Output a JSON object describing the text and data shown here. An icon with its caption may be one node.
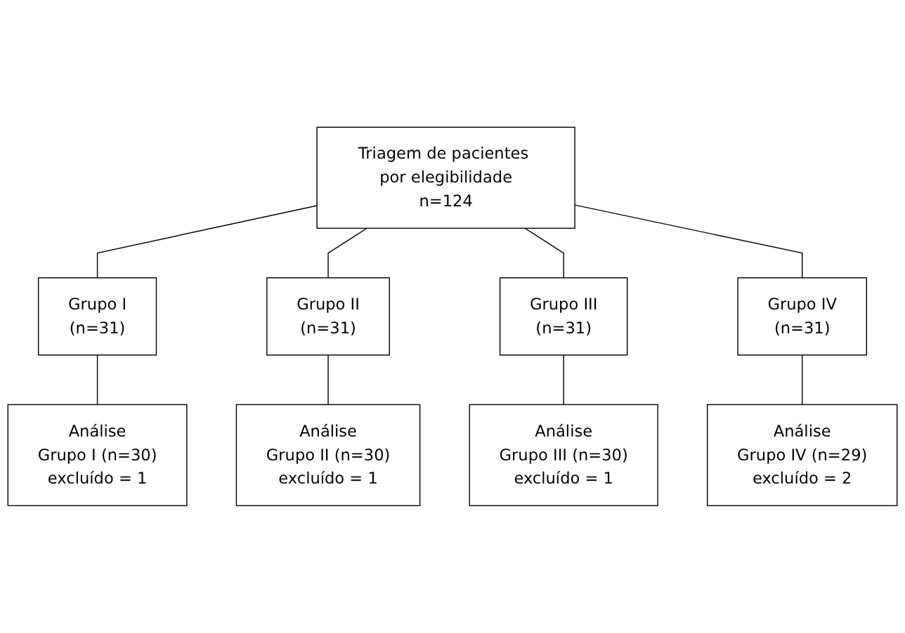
{
  "diagram": {
    "nodes": [
      {
        "text": [
          "Triagem de pacientes por elegibilidade",
          "n=124"
        ]
      },
      {
        "text": [
          "Grupo I",
          "(n=31)"
        ]
      },
      {
        "text": [
          "Grupo II",
          "(n=31)"
        ]
      },
      {
        "text": [
          "Grupo III",
          "(n=31)"
        ]
      },
      {
        "text": [
          "Grupo IV",
          "(n=31)"
        ]
      },
      {
        "text": [
          "Análise",
          "Grupo I (n=30)",
          "excluído = 1"
        ]
      },
      {
        "text": [
          "Análise",
          "Grupo II (n=30)",
          "excluído = 1"
        ]
      },
      {
        "text": [
          "Análise",
          "Grupo III (n=30)",
          "excluído = 1"
        ]
      },
      {
        "text": [
          "Análise",
          "Grupo IV (n=29)",
          "excluído = 2"
        ]
      }
    ],
    "edges": [
      {
        "from": 0,
        "to": 1,
        "arrow": "none"
      },
      {
        "from": 0,
        "to": 2,
        "arrow": "none"
      },
      {
        "from": 0,
        "to": 3,
        "arrow": "none"
      },
      {
        "from": 0,
        "to": 4,
        "arrow": "none"
      },
      {
        "from": 1,
        "to": 5,
        "arrow": "none"
      },
      {
        "from": 2,
        "to": 6,
        "arrow": "none"
      },
      {
        "from": 3,
        "to": 7,
        "arrow": "none"
      },
      {
        "from": 4,
        "to": 8,
        "arrow": "none"
      }
    ]
  }
}
